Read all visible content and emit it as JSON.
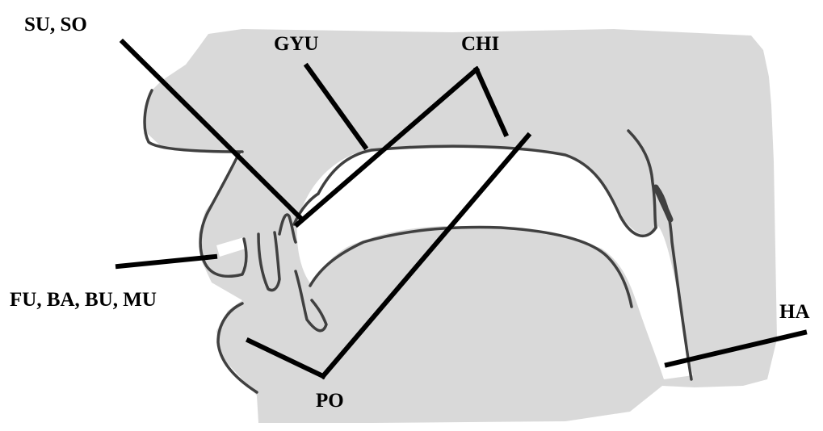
{
  "diagram": {
    "kind": "sagittal-vocal-tract",
    "colors": {
      "background": "#ffffff",
      "tissue": "#d9d9d9",
      "outline": "#404040",
      "pointer": "#000000",
      "label": "#000000"
    },
    "labels": {
      "su_so": "SU, SO",
      "gyu": "GYU",
      "chi": "CHI",
      "fu_ba_bu_mu": "FU, BA, BU, MU",
      "ha": "HA",
      "po": "PO"
    }
  }
}
